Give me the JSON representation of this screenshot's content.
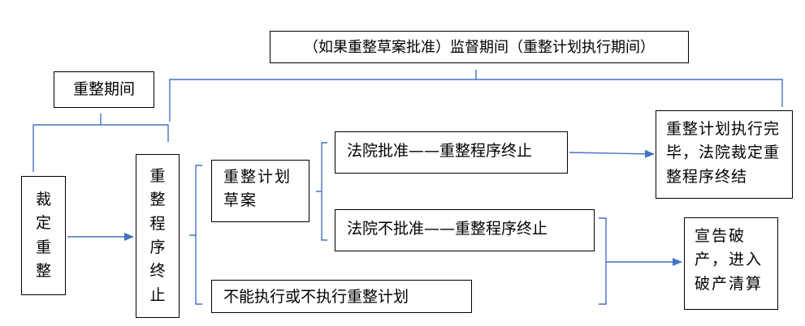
{
  "nodes": {
    "supervision_period": "（如果重整草案批准）监督期间（重整计划执行期间）",
    "reorg_period": "重整期间",
    "ruling": [
      "裁",
      "定",
      "重",
      "整"
    ],
    "procedure_end": [
      "重",
      "整",
      "程",
      "序",
      "终",
      "止"
    ],
    "plan_draft": "重整计划草案",
    "court_approve": "法院批准——重整程序终止",
    "court_reject": "法院不批准——重整程序终止",
    "cannot_execute": "不能执行或不执行重整计划",
    "plan_done": "重整计划执行完毕，法院裁定重整程序终结",
    "bankruptcy": "宣告破产，进入破产清算"
  },
  "colors": {
    "connector": "#4472c4",
    "border": "#000000"
  }
}
